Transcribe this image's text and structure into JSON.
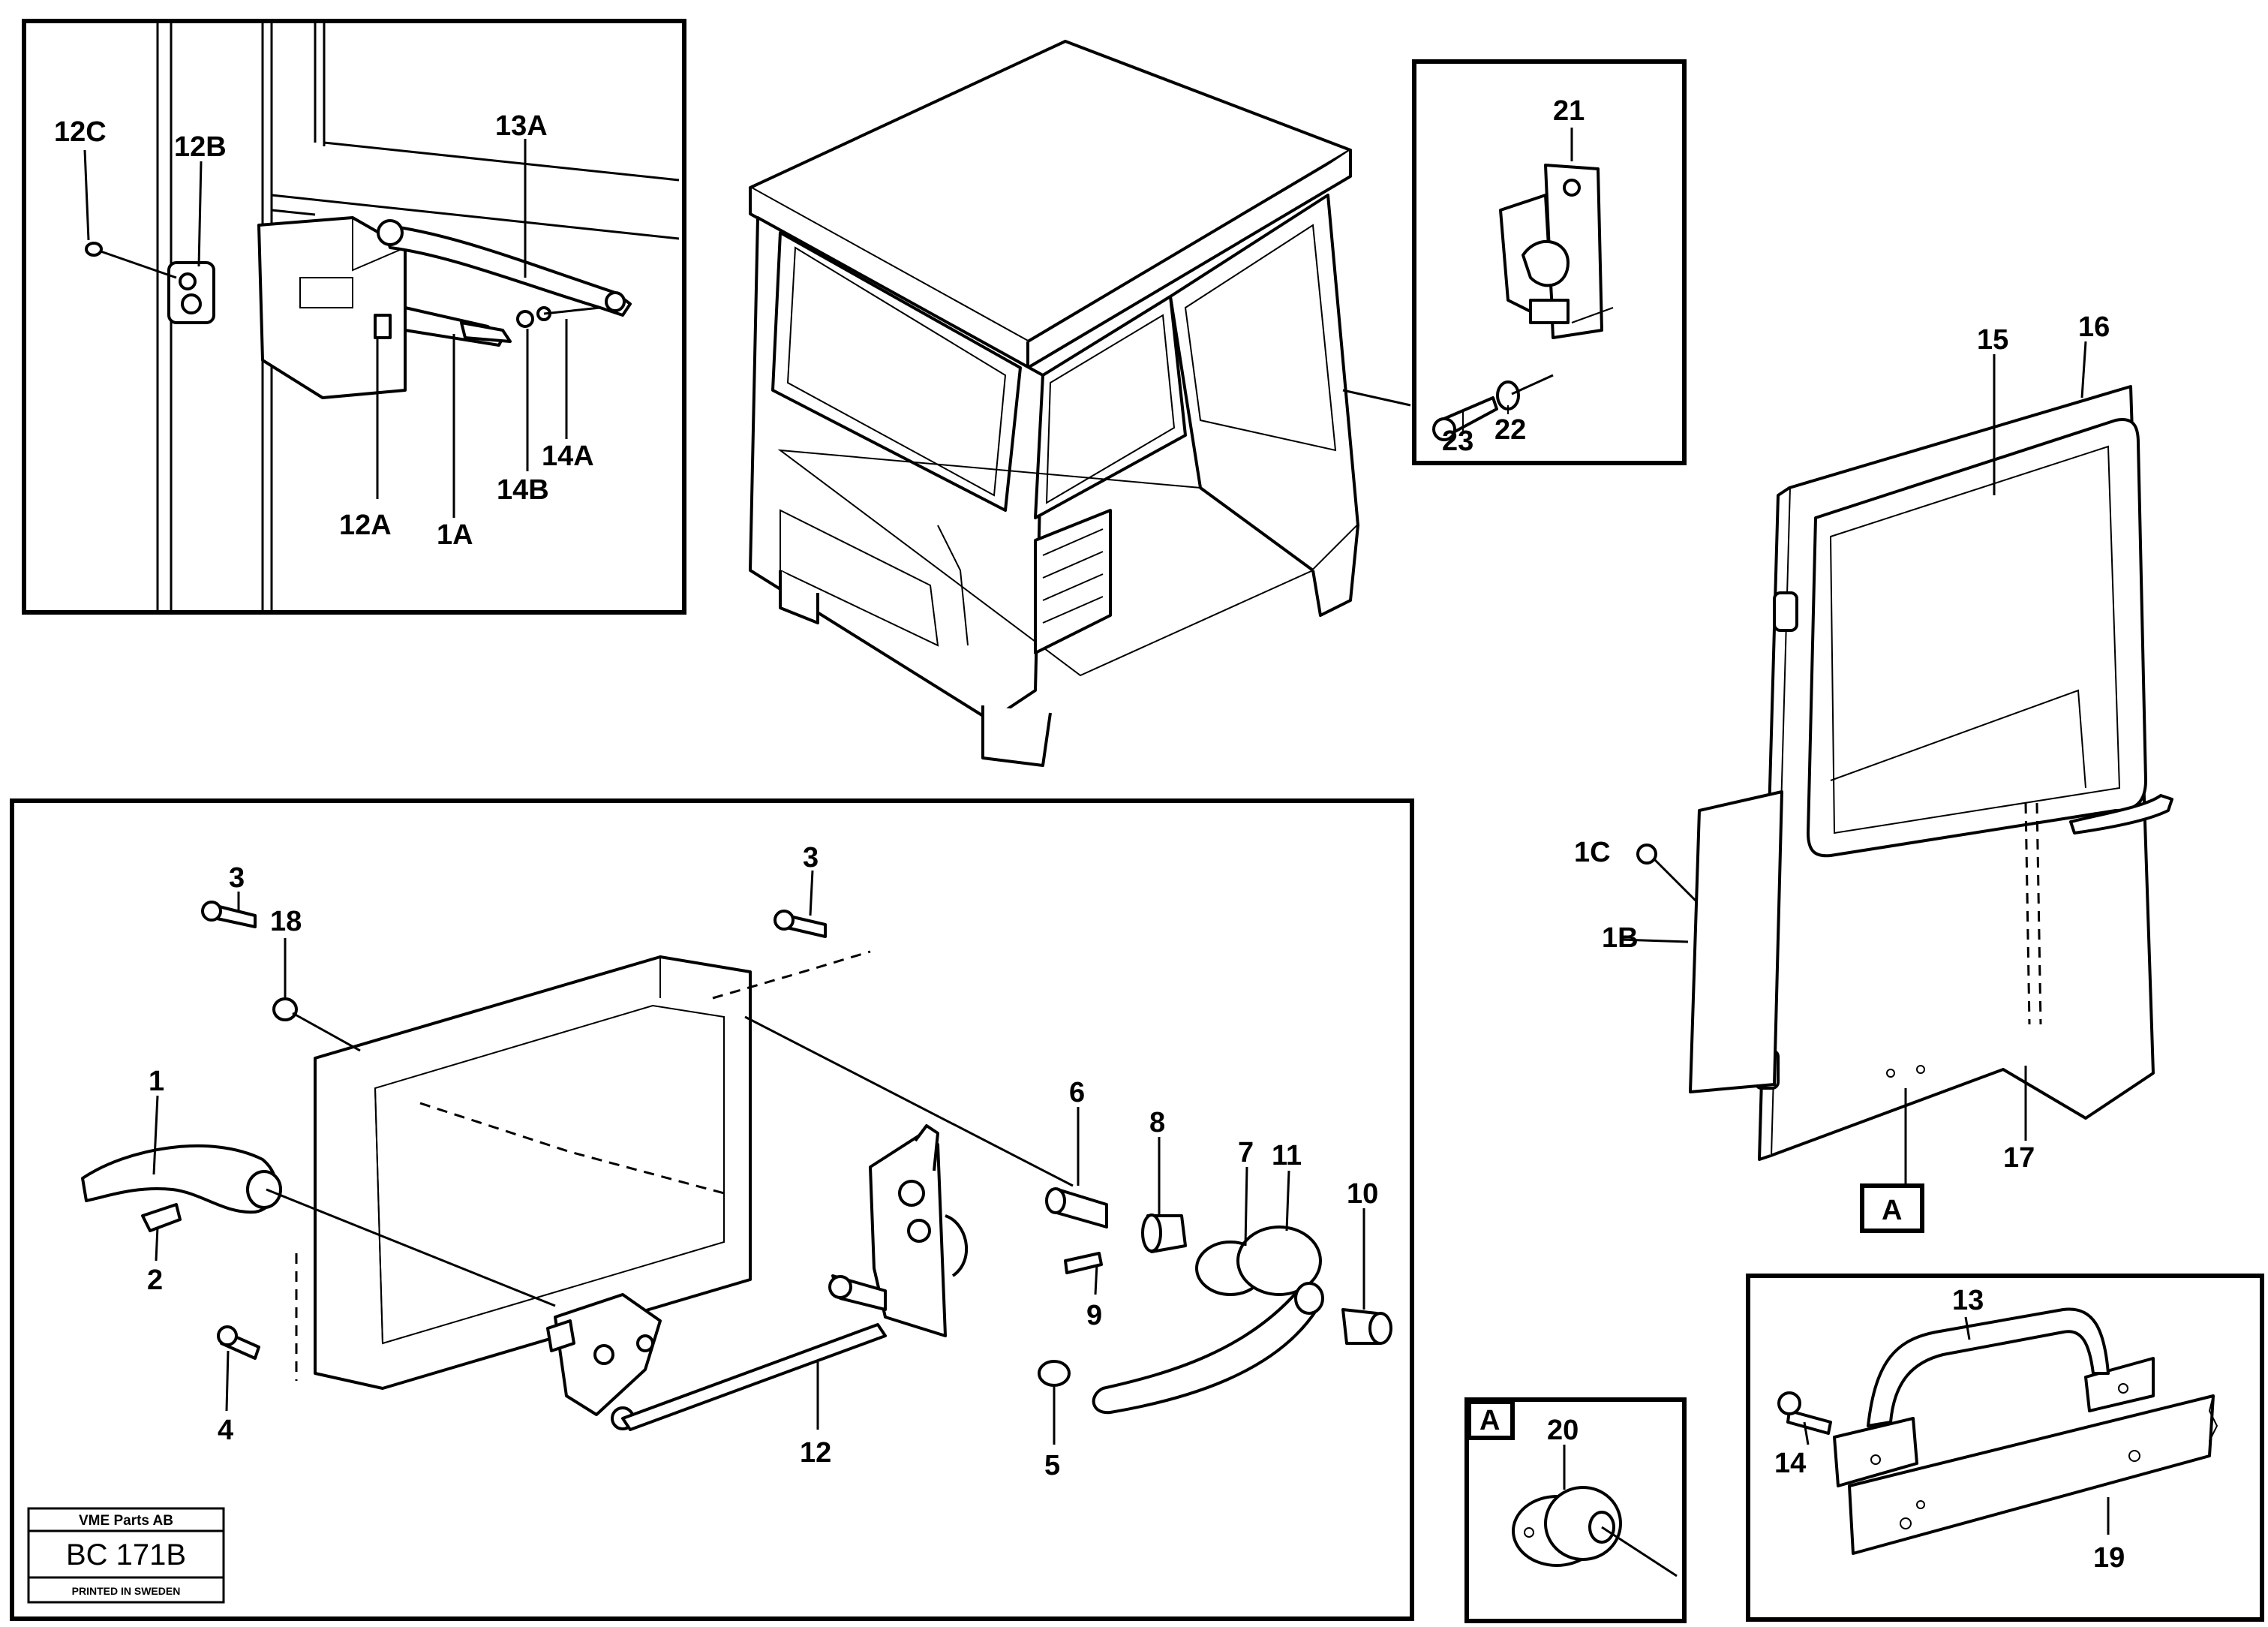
{
  "labels": {
    "l12C": "12C",
    "l12B": "12B",
    "l13A": "13A",
    "l14A": "14A",
    "l14B": "14B",
    "l12A": "12A",
    "l1A": "1A",
    "l21": "21",
    "l22": "22",
    "l23": "23",
    "l15": "15",
    "l16": "16",
    "l1C": "1C",
    "l1B": "1B",
    "l17": "17",
    "lA": "A",
    "l3a": "3",
    "l18": "18",
    "l3b": "3",
    "l1": "1",
    "l2": "2",
    "l4": "4",
    "l6": "6",
    "l8": "8",
    "l7": "7",
    "l11": "11",
    "l10": "10",
    "l9": "9",
    "l12": "12",
    "l5": "5",
    "l13": "13",
    "l14": "14",
    "l19": "19",
    "l20": "20",
    "lABox": "A"
  },
  "footer": {
    "company": "VME Parts AB",
    "code": "BC 171B",
    "printed": "PRINTED IN SWEDEN"
  }
}
